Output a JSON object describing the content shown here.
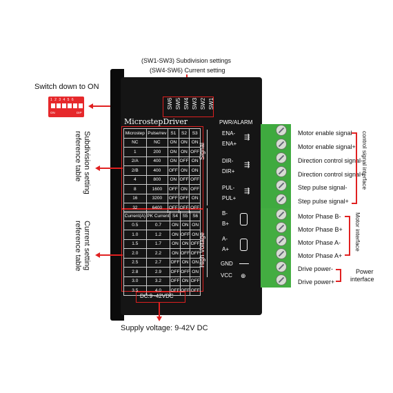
{
  "top_annotation": {
    "line1": "(SW1-SW3) Subdivision settings",
    "line2": "(SW4-SW6) Current setting"
  },
  "switch": {
    "label": "Switch down to ON",
    "numbers": "1 2 3 4 5 6",
    "on_text": "ON",
    "dip_text": "DIP"
  },
  "dip_labels": [
    "SW6",
    "SW5",
    "SW4",
    "SW3",
    "SW2",
    "SW1"
  ],
  "device": {
    "title": "MicrostepDriver",
    "pwr_alarm": "PWR/ALARM",
    "signal_label": "Signal",
    "high_voltage_label": "High Voltage",
    "supply_label": "DC:9~42VDC",
    "terminals": [
      "ENA-",
      "ENA+",
      "DIR-",
      "DIR+",
      "PUL-",
      "PUL+",
      "B-",
      "B+",
      "A-",
      "A+",
      "GND",
      "VCC"
    ]
  },
  "subdivision_table": {
    "header": [
      "Microstep",
      "Pulse/rev",
      "S1",
      "S2",
      "S3"
    ],
    "rows": [
      [
        "NC",
        "NC",
        "ON",
        "ON",
        "ON"
      ],
      [
        "1",
        "200",
        "ON",
        "ON",
        "OFF"
      ],
      [
        "2/A",
        "400",
        "ON",
        "OFF",
        "ON"
      ],
      [
        "2/B",
        "400",
        "OFF",
        "ON",
        "ON"
      ],
      [
        "4",
        "800",
        "ON",
        "OFF",
        "OFF"
      ],
      [
        "8",
        "1600",
        "OFF",
        "ON",
        "OFF"
      ],
      [
        "16",
        "3200",
        "OFF",
        "OFF",
        "ON"
      ],
      [
        "32",
        "6400",
        "OFF",
        "OFF",
        "OFF"
      ]
    ]
  },
  "current_table": {
    "header": [
      "Current(A)",
      "PK Current",
      "S4",
      "S5",
      "S6"
    ],
    "rows": [
      [
        "0.5",
        "0.7",
        "ON",
        "ON",
        "ON"
      ],
      [
        "1.0",
        "1.2",
        "ON",
        "OFF",
        "ON"
      ],
      [
        "1.5",
        "1.7",
        "ON",
        "ON",
        "OFF"
      ],
      [
        "2.0",
        "2.2",
        "ON",
        "OFF",
        "OFF"
      ],
      [
        "2.5",
        "2.7",
        "OFF",
        "ON",
        "ON"
      ],
      [
        "2.8",
        "2.9",
        "OFF",
        "OFF",
        "ON"
      ],
      [
        "3.0",
        "3.2",
        "OFF",
        "ON",
        "OFF"
      ],
      [
        "3.5",
        "4.0",
        "OFF",
        "OFF",
        "OFF"
      ]
    ]
  },
  "side_labels": {
    "subdivision": "Subdivision setting reference table",
    "current": "Current setting reference table"
  },
  "right_labels": [
    "Motor enable signal-",
    "Motor enable signal+",
    "Direction control signal-",
    "Direction control signal+",
    "Step pulse signal-",
    "Step pulse signal+",
    "Motor Phase B-",
    "Motor Phase B+",
    "Motor Phase A-",
    "Motor Phase A+",
    "Drive power-",
    "Drive power+"
  ],
  "group_labels": {
    "control": "control signal interface",
    "motor": "Motor interface",
    "power_line1": "Power",
    "power_line2": "interface"
  },
  "supply_voltage": "Supply voltage: 9-42V DC",
  "colors": {
    "accent": "#e02020",
    "terminal": "#3faa3f",
    "device": "#151515"
  }
}
